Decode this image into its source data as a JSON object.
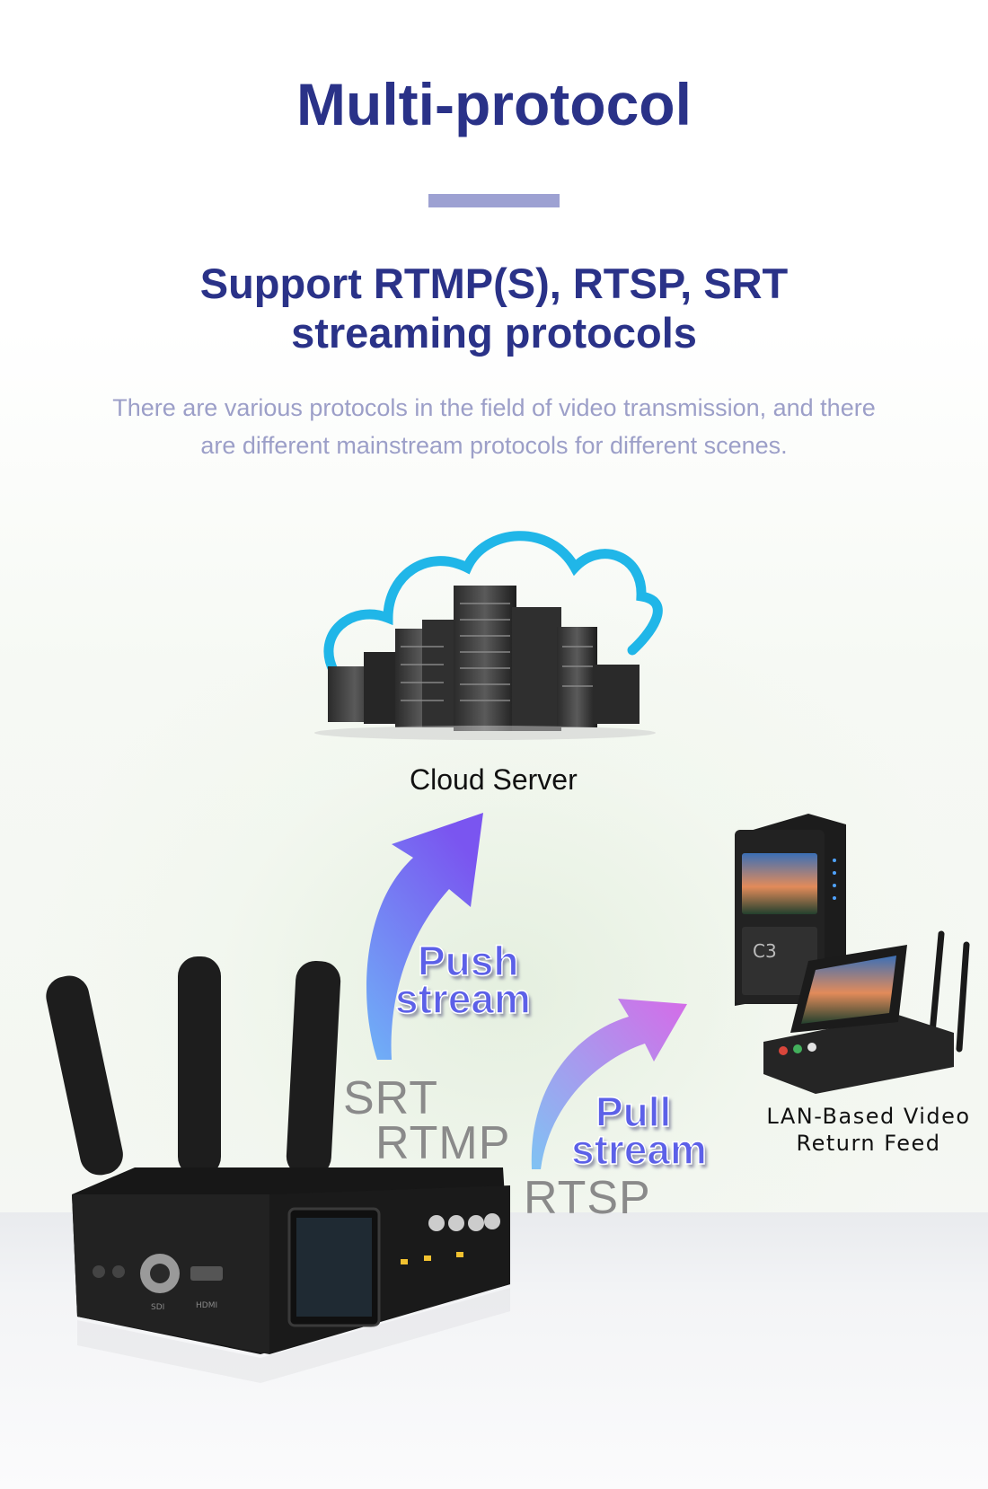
{
  "header": {
    "title": "Multi-protocol",
    "subtitle_line1": "Support RTMP(S), RTSP, SRT",
    "subtitle_line2": "streaming protocols",
    "description_line1": "There are various protocols in the field of video transmission, and there",
    "description_line2": "are different mainstream protocols for different scenes."
  },
  "diagram": {
    "cloud_label": "Cloud Server",
    "push_line1": "Push",
    "push_line2": "stream",
    "pull_line1": "Pull",
    "pull_line2": "stream",
    "protocol_srt": "SRT",
    "protocol_rtmp": "RTMP",
    "protocol_rtsp": "RTSP",
    "return_label": "LAN-Based Video\nReturn Feed",
    "encoder_port_sdi": "SDI",
    "encoder_port_hdmi": "HDMI"
  },
  "colors": {
    "title": "#2a3288",
    "divider": "#9da1d2",
    "description": "#9c9fc8",
    "cloud_outline": "#1fb3e6",
    "push_arrow": "#6f73f2",
    "pull_arrow": "#c56cf0"
  }
}
